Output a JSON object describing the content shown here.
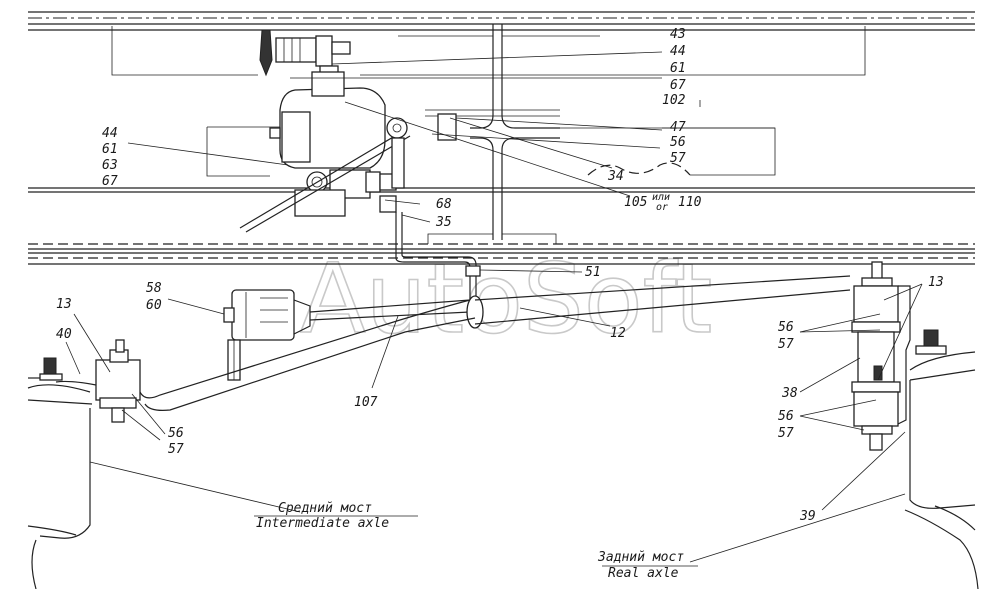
{
  "watermark": "AutoSoft",
  "callouts": {
    "top_right_group1": [
      "43",
      "44",
      "61",
      "67",
      "102"
    ],
    "top_right_group2": [
      "47",
      "56",
      "57"
    ],
    "left_group": [
      "44",
      "61",
      "63",
      "67"
    ],
    "n34": "34",
    "n105": "105",
    "n_ili": "или",
    "n_or": "or",
    "n110": "110",
    "n68": "68",
    "n35": "35",
    "n51": "51",
    "n58": "58",
    "n60": "60",
    "n12": "12",
    "n107": "107",
    "n13_left": "13",
    "n40": "40",
    "n56_left": "56",
    "n57_left": "57",
    "n13_right": "13",
    "n56_right_upper": "56",
    "n57_right_upper": "57",
    "n38": "38",
    "n56_right_lower": "56",
    "n57_right_lower": "57",
    "n39": "39"
  },
  "captions": {
    "middle_ru": "Средний мост",
    "middle_en": "Intermediate axle",
    "rear_ru": "Задний мост",
    "rear_en": "Real axle"
  }
}
